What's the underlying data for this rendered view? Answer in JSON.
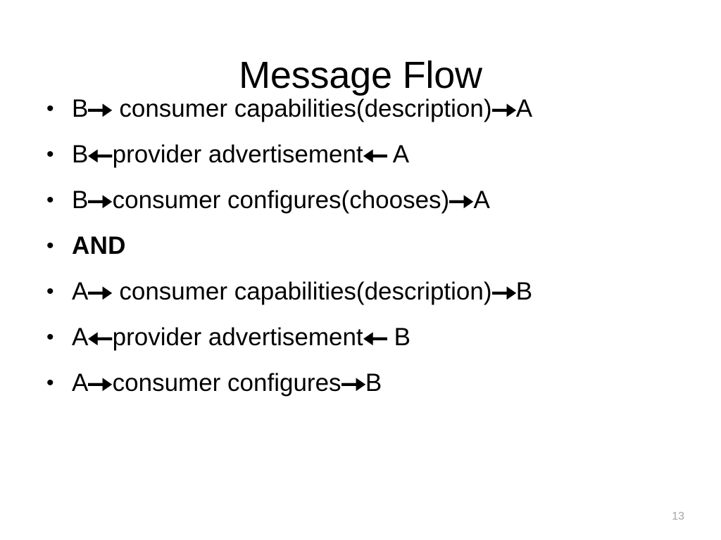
{
  "slide": {
    "title": "Message Flow",
    "background_color": "#ffffff",
    "text_color": "#000000",
    "page_number": "13",
    "page_number_color": "#a6a6a6",
    "bullet_glyph": "•",
    "bullets": [
      {
        "id": "bullet-1",
        "text": "B→ consumer capabilities(description)→A",
        "bold": false,
        "segments": [
          {
            "type": "text",
            "value": "B"
          },
          {
            "type": "arrow",
            "value": "right-arrow-icon"
          },
          {
            "type": "text",
            "value": " consumer capabilities(description)"
          },
          {
            "type": "arrow",
            "value": "right-arrow-icon"
          },
          {
            "type": "text",
            "value": "A"
          }
        ]
      },
      {
        "id": "bullet-2",
        "text": "B←provider advertisement← A",
        "bold": false,
        "segments": [
          {
            "type": "text",
            "value": "B"
          },
          {
            "type": "arrow",
            "value": "left-arrow-icon"
          },
          {
            "type": "text",
            "value": "provider advertisement"
          },
          {
            "type": "arrow",
            "value": "left-arrow-icon"
          },
          {
            "type": "text",
            "value": " A"
          }
        ]
      },
      {
        "id": "bullet-3",
        "text": "B→consumer configures(chooses)→A",
        "bold": false,
        "segments": [
          {
            "type": "text",
            "value": "B"
          },
          {
            "type": "arrow",
            "value": "right-arrow-icon"
          },
          {
            "type": "text",
            "value": "consumer configures(chooses)"
          },
          {
            "type": "arrow",
            "value": "right-arrow-icon"
          },
          {
            "type": "text",
            "value": "A"
          }
        ]
      },
      {
        "id": "bullet-4",
        "text": "AND",
        "bold": true,
        "segments": [
          {
            "type": "text",
            "value": "AND"
          }
        ]
      },
      {
        "id": "bullet-5",
        "text": "A→ consumer capabilities(description)→B",
        "bold": false,
        "segments": [
          {
            "type": "text",
            "value": "A"
          },
          {
            "type": "arrow",
            "value": "right-arrow-icon"
          },
          {
            "type": "text",
            "value": " consumer capabilities(description)"
          },
          {
            "type": "arrow",
            "value": "right-arrow-icon"
          },
          {
            "type": "text",
            "value": "B"
          }
        ]
      },
      {
        "id": "bullet-6",
        "text": "A←provider advertisement← B",
        "bold": false,
        "segments": [
          {
            "type": "text",
            "value": "A"
          },
          {
            "type": "arrow",
            "value": "left-arrow-icon"
          },
          {
            "type": "text",
            "value": "provider advertisement"
          },
          {
            "type": "arrow",
            "value": "left-arrow-icon"
          },
          {
            "type": "text",
            "value": " B"
          }
        ]
      },
      {
        "id": "bullet-7",
        "text": "A→consumer configures→B",
        "bold": false,
        "segments": [
          {
            "type": "text",
            "value": "A"
          },
          {
            "type": "arrow",
            "value": "right-arrow-icon"
          },
          {
            "type": "text",
            "value": "consumer configures"
          },
          {
            "type": "arrow",
            "value": "right-arrow-icon"
          },
          {
            "type": "text",
            "value": "B"
          }
        ]
      }
    ]
  }
}
